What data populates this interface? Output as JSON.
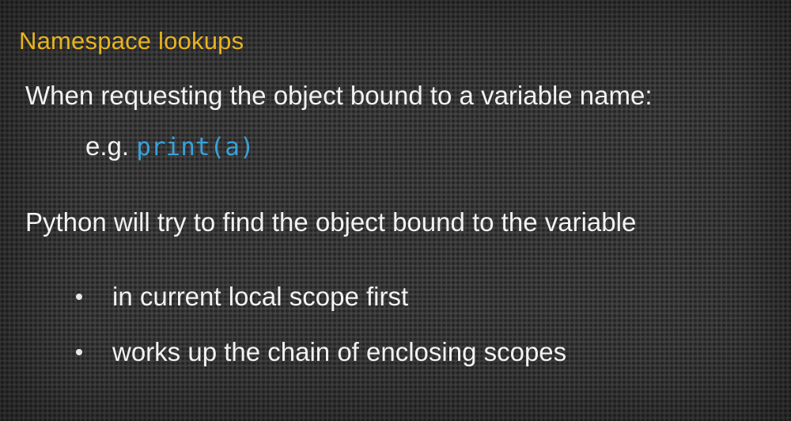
{
  "slide": {
    "title": "Namespace lookups",
    "request_line": "When requesting the object bound to a variable name:",
    "example_prefix": "e.g.",
    "example_code": "print(a)",
    "python_line": "Python will try to find the object bound to the variable",
    "bullets": [
      "in current local scope first",
      "works up the chain of enclosing scopes"
    ]
  },
  "colors": {
    "title": "#e7b41e",
    "code": "#3aa0d8",
    "text": "#f2f2f2",
    "background": "#3a3a3a"
  }
}
